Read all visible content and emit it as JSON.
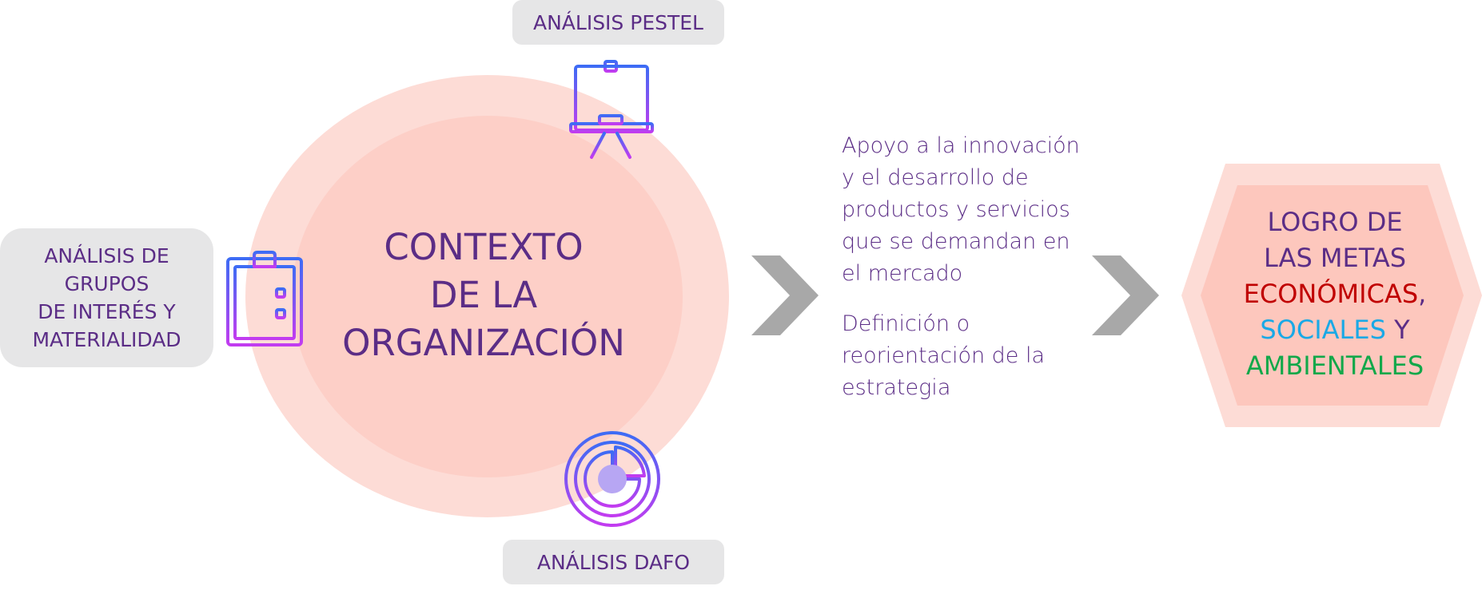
{
  "colors": {
    "purple_text": "#5b2d86",
    "pill_bg": "#e6e6e7",
    "circle_outer": "#fddcd6",
    "circle_inner": "#fdcfc7",
    "arrow_gray": "#a8a8a8",
    "economic": "#c00000",
    "social": "#1aa9e6",
    "environmental": "#12a84a"
  },
  "labels": {
    "stakeholders": [
      "ANÁLISIS DE",
      "GRUPOS",
      "DE INTERÉS Y",
      "MATERIALIDAD"
    ],
    "pestel": "ANÁLISIS PESTEL",
    "dafo": "ANÁLISIS DAFO"
  },
  "center": {
    "lines": [
      "CONTEXTO",
      "DE LA",
      "ORGANIZACIÓN"
    ]
  },
  "icons": {
    "stakeholders": "clipboard-checklist-icon",
    "pestel": "presentation-board-icon",
    "dafo": "pie-chart-icon",
    "arrow": "chevron-right-icon"
  },
  "outcomes": {
    "item1": [
      "Apoyo a la innovación",
      "y el desarrollo de",
      "productos y servicios",
      "que se demandan en",
      "el mercado"
    ],
    "item2": [
      "Definición o",
      "reorientación de la",
      "estrategia"
    ]
  },
  "goal": {
    "line1": "LOGRO DE",
    "line2": "LAS METAS",
    "economic": "ECONÓMICAS",
    "comma": ",",
    "social": "SOCIALES",
    "and": " Y",
    "environmental": "AMBIENTALES"
  }
}
